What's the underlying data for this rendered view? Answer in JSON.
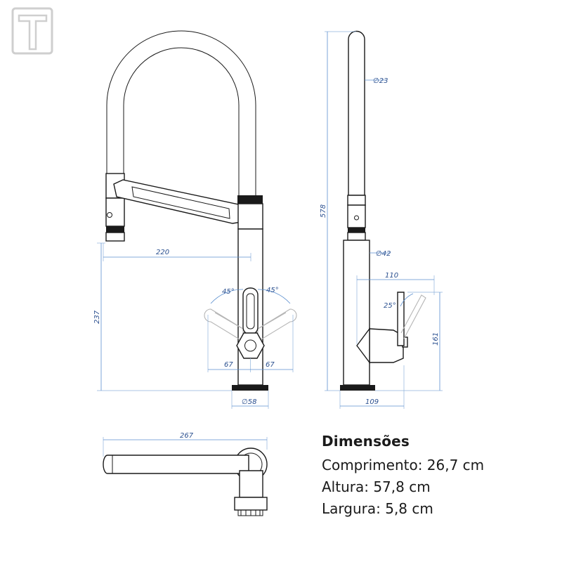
{
  "logo": {
    "letter": "T"
  },
  "dimensions": {
    "front_spout_reach": "220",
    "front_height": "237",
    "lever_angle_left": "45°",
    "lever_angle_right": "45°",
    "lever_offset_left": "67",
    "lever_offset_right": "67",
    "base_diameter": "∅58",
    "side_hose_diameter": "∅23",
    "side_total_height": "578",
    "side_body_diameter": "∅42",
    "side_lever_reach": "110",
    "side_lever_angle": "25°",
    "side_lever_height": "161",
    "side_base_depth": "109",
    "top_length": "267"
  },
  "specs": {
    "title": "Dimensões",
    "comprimento": "Comprimento: 26,7 cm",
    "altura": "Altura: 57,8 cm",
    "largura": "Largura: 5,8 cm"
  }
}
